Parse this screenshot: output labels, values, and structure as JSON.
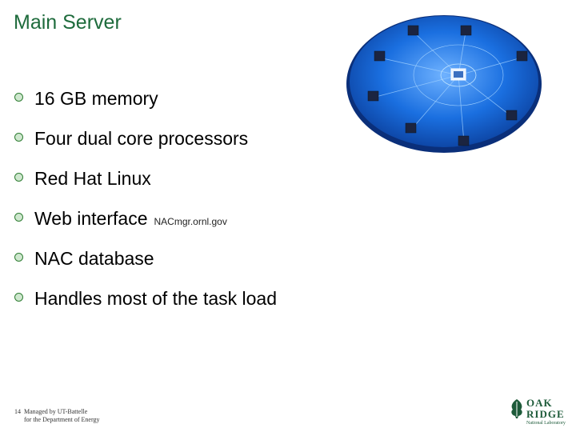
{
  "slide": {
    "title": "Main Server",
    "bullets": [
      {
        "text": "16 GB memory"
      },
      {
        "text": "Four dual core processors"
      },
      {
        "text": "Red Hat Linux"
      },
      {
        "text": "Web interface",
        "note": "NACmgr.ornl.gov"
      },
      {
        "text": "NAC database"
      },
      {
        "text": "Handles most of the task load"
      }
    ]
  },
  "footer": {
    "page_number": "14",
    "line1": "Managed by UT-Battelle",
    "line2": "for the Department of Energy"
  },
  "logo": {
    "word1": "OAK",
    "word2": "RIDGE",
    "subtitle": "National Laboratory"
  },
  "colors": {
    "title": "#1e6b3c",
    "disc": "#1a5fcf",
    "logo": "#1e5b3a"
  }
}
